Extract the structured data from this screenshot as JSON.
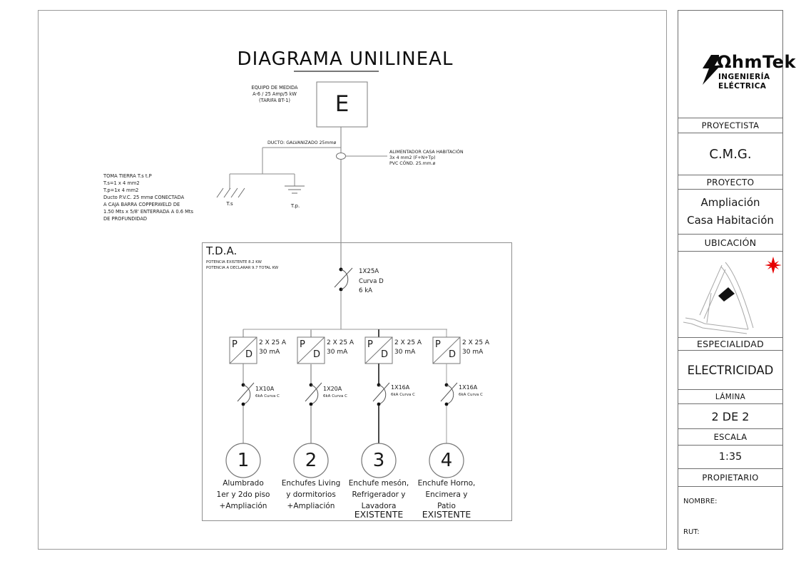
{
  "sheet": {
    "title": "DIAGRAMA UNILINEAL"
  },
  "meter": {
    "label": "EQUIPO DE MEDIDA\nA-6 / 25 Amp/5 kW\n(TARIFA BT-1)",
    "box_letter": "E"
  },
  "feeder": {
    "ducto_label": "DUCTO: GALVANIZADO 25mmø",
    "alimentador_label": "ALIMENTADOR CASA HABITACIÓN\n3x 4 mm2 (F+N+Tp)\nPVC CÓND. 25.mm.ø"
  },
  "grounding": {
    "note": "TOMA TIERRA T.s t.P\nT.s=1 x 4 mm2\nT.p=1x 4 mm2\nDucto P.V.C. 25 mmø CONECTADA\nA CAJA BARRA COPPERWELD DE\n1.50 Mts x 5/8' ENTERRADA A 0.6 Mts\nDE PROFUNDIDAD",
    "ts_label": "T.s",
    "tp_label": "T.p."
  },
  "tda": {
    "title": "T.D.A.",
    "potencia": "POTENCIA EXISTENTE  8.2 KW\nPOTENCIA A DECLARAR 9.7 TOTAL KW",
    "main_breaker": "1X25A\nCurva D\n6 kA",
    "pd_p": "P",
    "pd_d": "D"
  },
  "circuits": [
    {
      "number": "1",
      "pd_rating": "2 X 25 A\n30 mA",
      "breaker": "1X10A",
      "breaker_sub": "6kA Curva C",
      "label": "Alumbrado\n1er y 2do piso\n+Ampliación"
    },
    {
      "number": "2",
      "pd_rating": "2 X 25 A\n30 mA",
      "breaker": "1X20A",
      "breaker_sub": "6kA Curva C",
      "label": "Enchufes Living\ny dormitorios\n+Ampliación"
    },
    {
      "number": "3",
      "pd_rating": "2 X 25 A\n30 mA",
      "breaker": "1X16A",
      "breaker_sub": "6kA Curva C",
      "label": "Enchufe mesón,\nRefrigerador y\nLavadora",
      "status": "EXISTENTE"
    },
    {
      "number": "4",
      "pd_rating": "2 X 25 A\n30 mA",
      "breaker": "1X16A",
      "breaker_sub": "6kA Curva C",
      "label": "Enchufe Horno,\nEncimera y\nPatio",
      "status": "EXISTENTE"
    }
  ],
  "titleblock": {
    "logo_name": "ΩhmTek",
    "logo_subtitle": "INGENIERÍA\nELÉCTRICA",
    "proyectista_header": "PROYECTISTA",
    "proyectista": "C.M.G.",
    "proyecto_header": "PROYECTO",
    "proyecto": "Ampliación\nCasa Habitación",
    "ubicacion_header": "UBICACIÓN",
    "especialidad_header": "ESPECIALIDAD",
    "especialidad": "ELECTRICIDAD",
    "lamina_header": "LÁMINA",
    "lamina": "2 DE 2",
    "escala_header": "ESCALA",
    "escala": "1:35",
    "propietario_header": "PROPIETARIO",
    "nombre_label": "NOMBRE:",
    "rut_label": "RUT:"
  },
  "colors": {
    "line": "#8a8a8a",
    "dark_line": "#4a4a4a",
    "north_star": "#e60000"
  }
}
